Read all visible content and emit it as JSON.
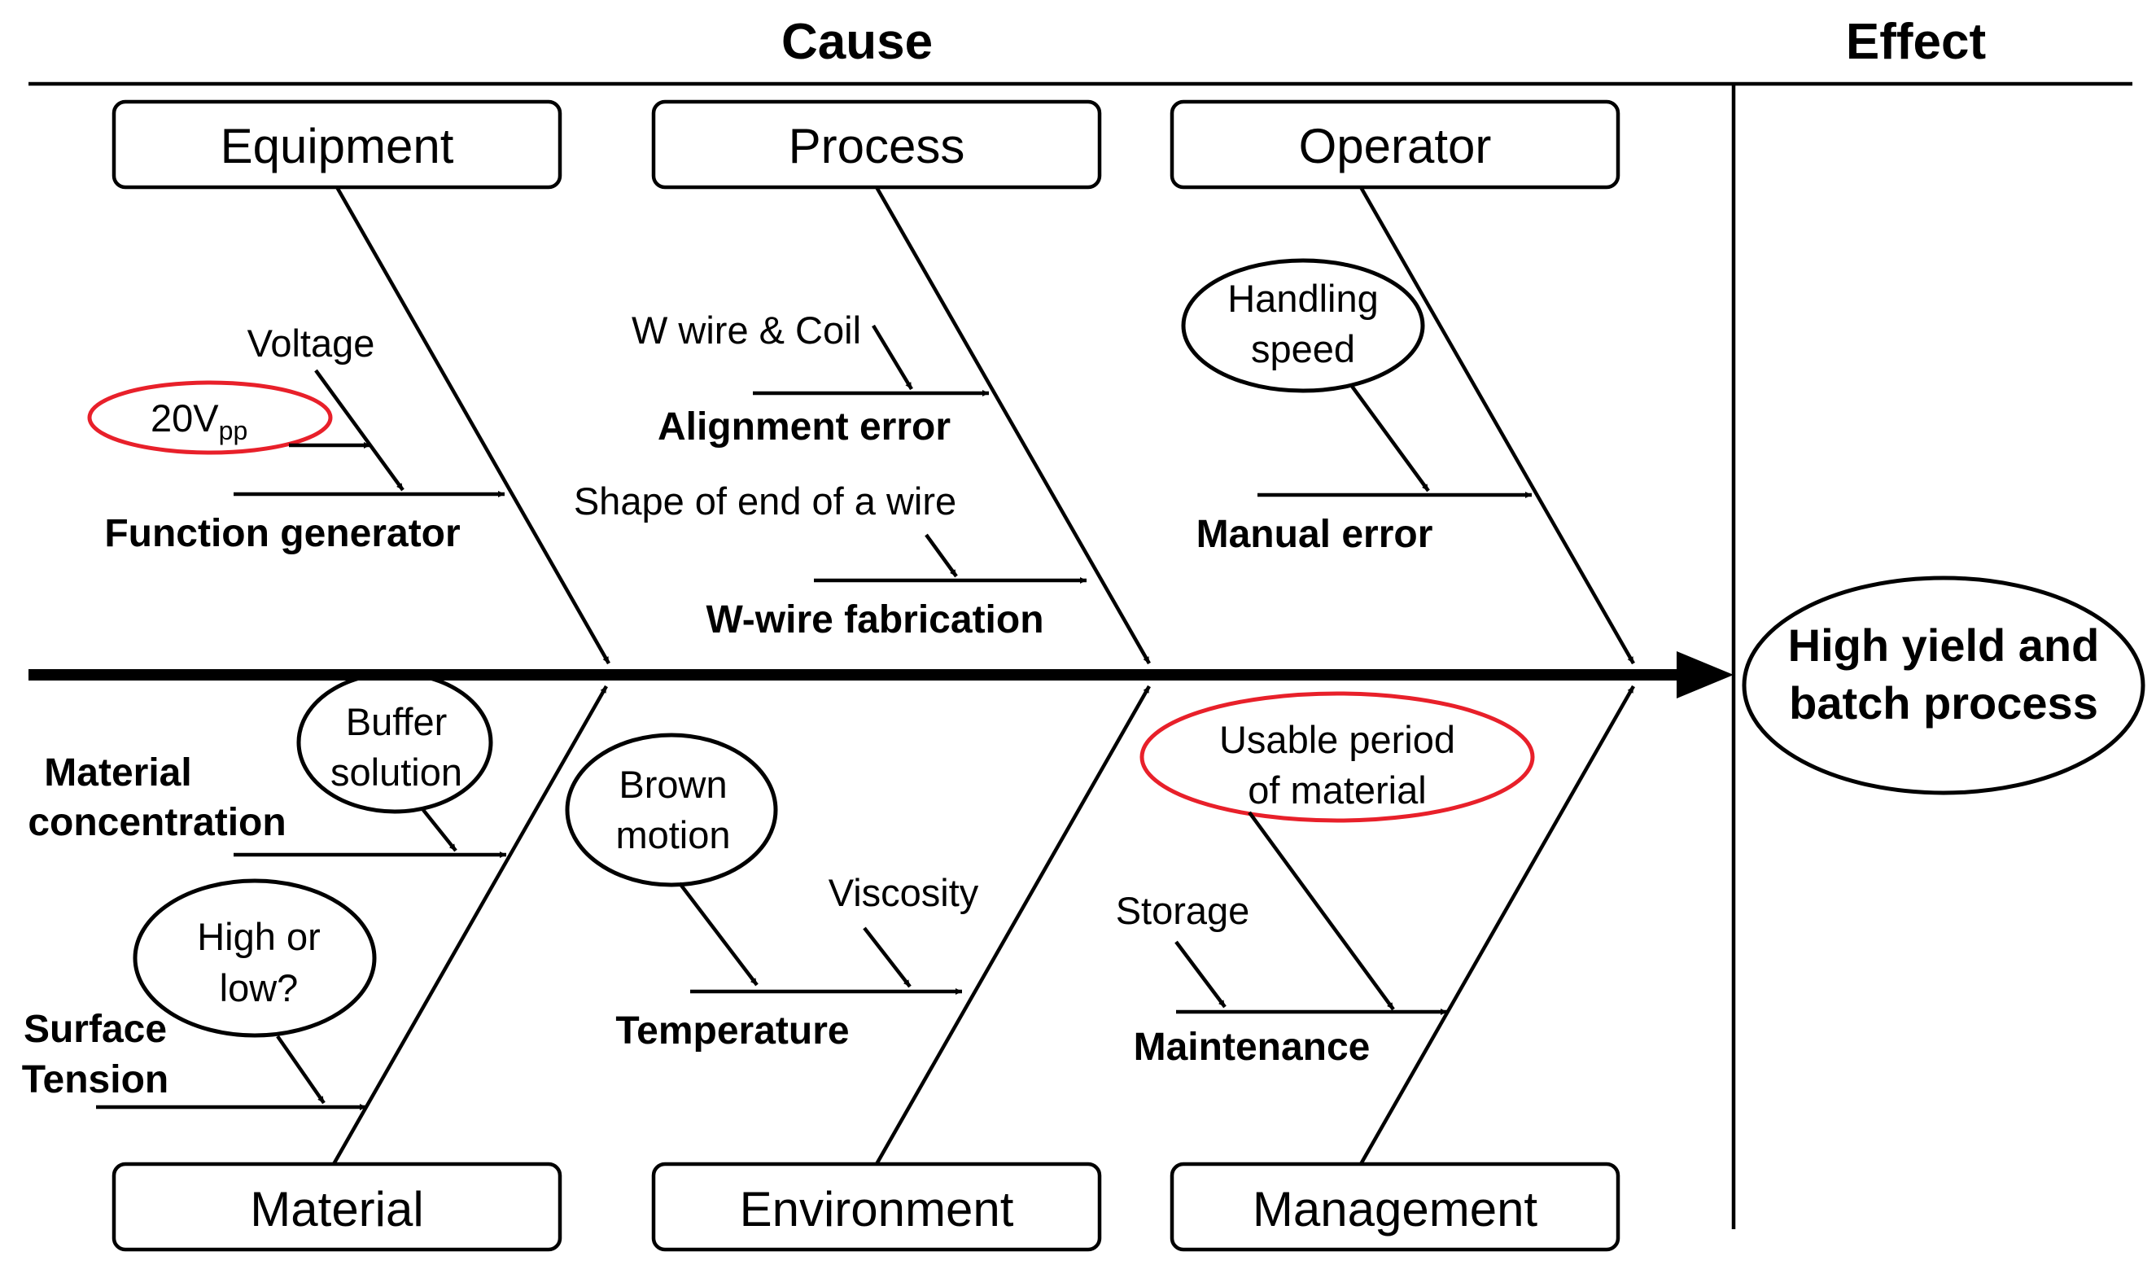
{
  "header": {
    "cause": "Cause",
    "effect": "Effect"
  },
  "effect": {
    "line1": "High yield and",
    "line2": "batch process"
  },
  "categories": {
    "equipment": "Equipment",
    "process": "Process",
    "operator": "Operator",
    "material": "Material",
    "environment": "Environment",
    "management": "Management"
  },
  "equipment": {
    "voltage": "Voltage",
    "vpp_main": "20V",
    "vpp_sub": "pp",
    "function_generator": "Function generator"
  },
  "process": {
    "wire_coil": "W wire & Coil",
    "alignment_error": "Alignment error",
    "shape_wire": "Shape of end of a wire",
    "wire_fabrication": "W-wire fabrication"
  },
  "operator": {
    "handling_1": "Handling",
    "handling_2": "speed",
    "manual_error": "Manual error"
  },
  "material": {
    "buffer_1": "Buffer",
    "buffer_2": "solution",
    "conc_1": "Material",
    "conc_2": "concentration",
    "high_low_1": "High or",
    "high_low_2": "low?",
    "surface_1": "Surface",
    "surface_2": "Tension"
  },
  "environment": {
    "brown_1": "Brown",
    "brown_2": "motion",
    "viscosity": "Viscosity",
    "temperature": "Temperature"
  },
  "management": {
    "usable_1": "Usable period",
    "usable_2": "of material",
    "storage": "Storage",
    "maintenance": "Maintenance"
  },
  "colors": {
    "line": "#000000",
    "highlight": "#e8202a",
    "background": "#ffffff"
  }
}
